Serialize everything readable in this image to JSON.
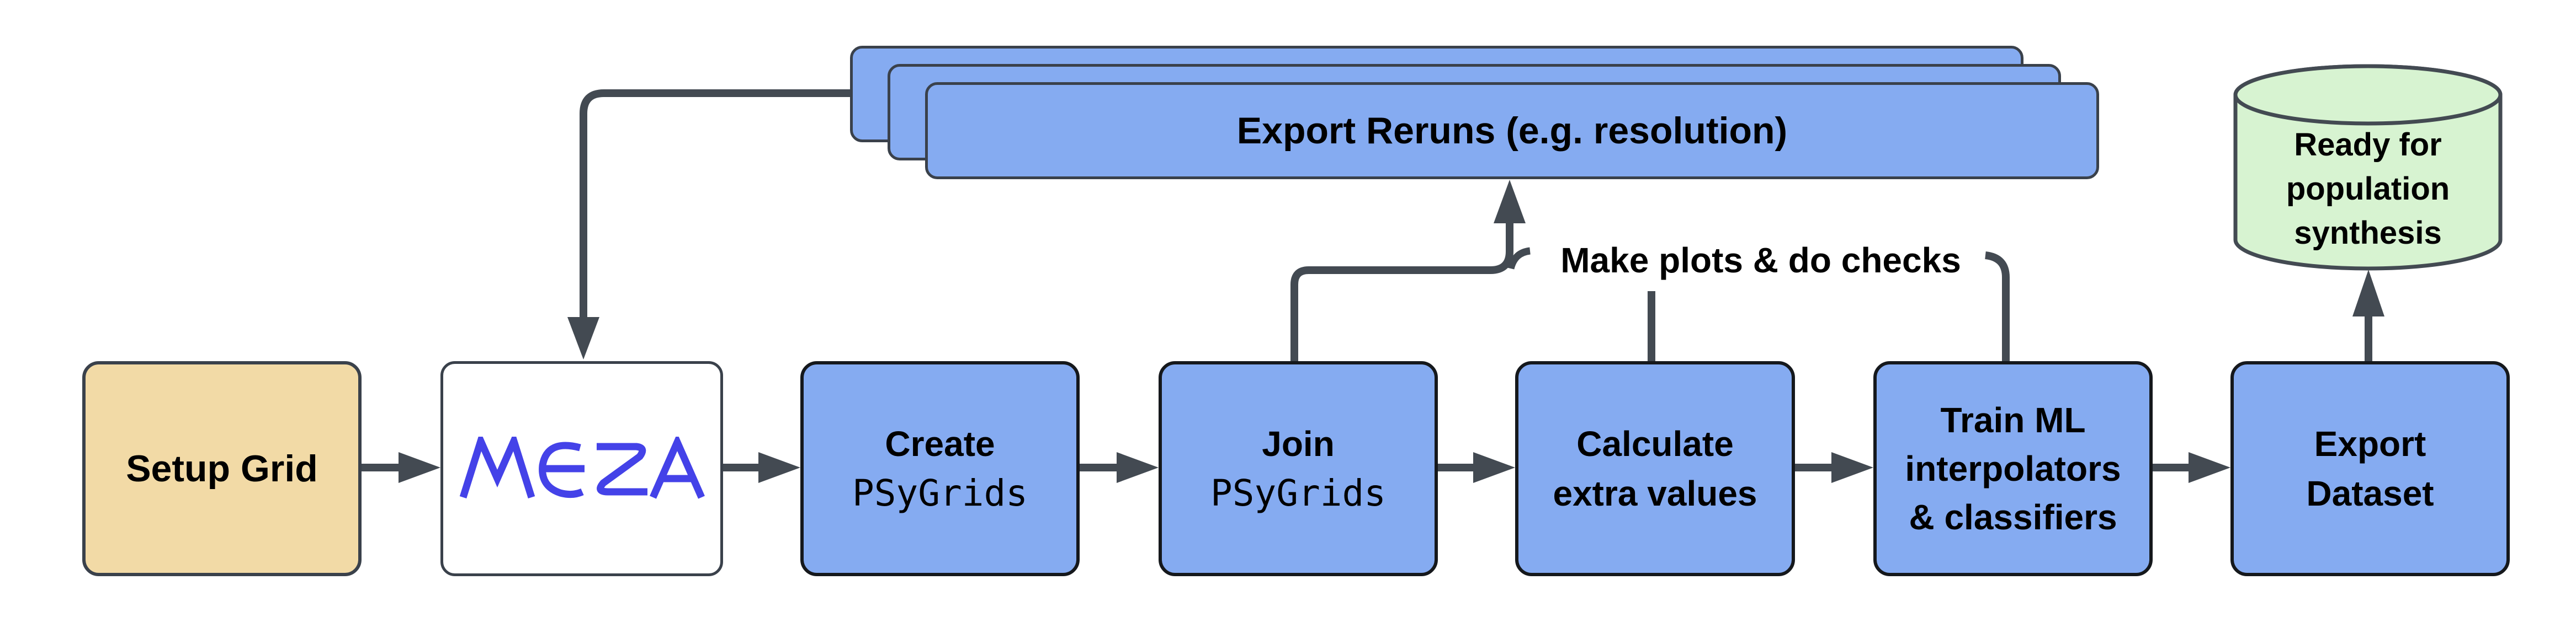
{
  "title": "Grid pipeline flowchart",
  "colors": {
    "background": "#FFFFFF",
    "node_blue": "#85ABF1",
    "node_tan": "#F2DAA6",
    "datastore_green": "#D7F3D1",
    "mesa_logo_blue": "#4442E8",
    "border_dark": "#3A414B",
    "border_black": "#15181C",
    "connector": "#434A52",
    "text": "#000000"
  },
  "flow": {
    "nodes": [
      {
        "id": "setup-grid",
        "lines": [
          {
            "text": "Setup Grid",
            "mono": false
          }
        ]
      },
      {
        "id": "mesa",
        "logo_text": "MESA"
      },
      {
        "id": "create-psygrids",
        "lines": [
          {
            "text": "Create",
            "mono": false
          },
          {
            "text": "PSyGrids",
            "mono": true
          }
        ]
      },
      {
        "id": "join-psygrids",
        "lines": [
          {
            "text": "Join",
            "mono": false
          },
          {
            "text": "PSyGrids",
            "mono": true
          }
        ]
      },
      {
        "id": "calculate-extra-values",
        "lines": [
          {
            "text": "Calculate",
            "mono": false
          },
          {
            "text": "extra values",
            "mono": false
          }
        ]
      },
      {
        "id": "train-ml",
        "lines": [
          {
            "text": "Train ML",
            "mono": false
          },
          {
            "text": "interpolators",
            "mono": false
          },
          {
            "text": "& classifiers",
            "mono": false
          }
        ]
      },
      {
        "id": "export-dataset",
        "lines": [
          {
            "text": "Export",
            "mono": false
          },
          {
            "text": "Dataset",
            "mono": false
          }
        ]
      }
    ]
  },
  "rerun_stack": {
    "label": "Export Reruns (e.g. resolution)",
    "copies": 3
  },
  "annotation": {
    "label": "Make plots & do checks"
  },
  "datastore": {
    "lines": [
      "Ready for",
      "population",
      "synthesis"
    ]
  }
}
